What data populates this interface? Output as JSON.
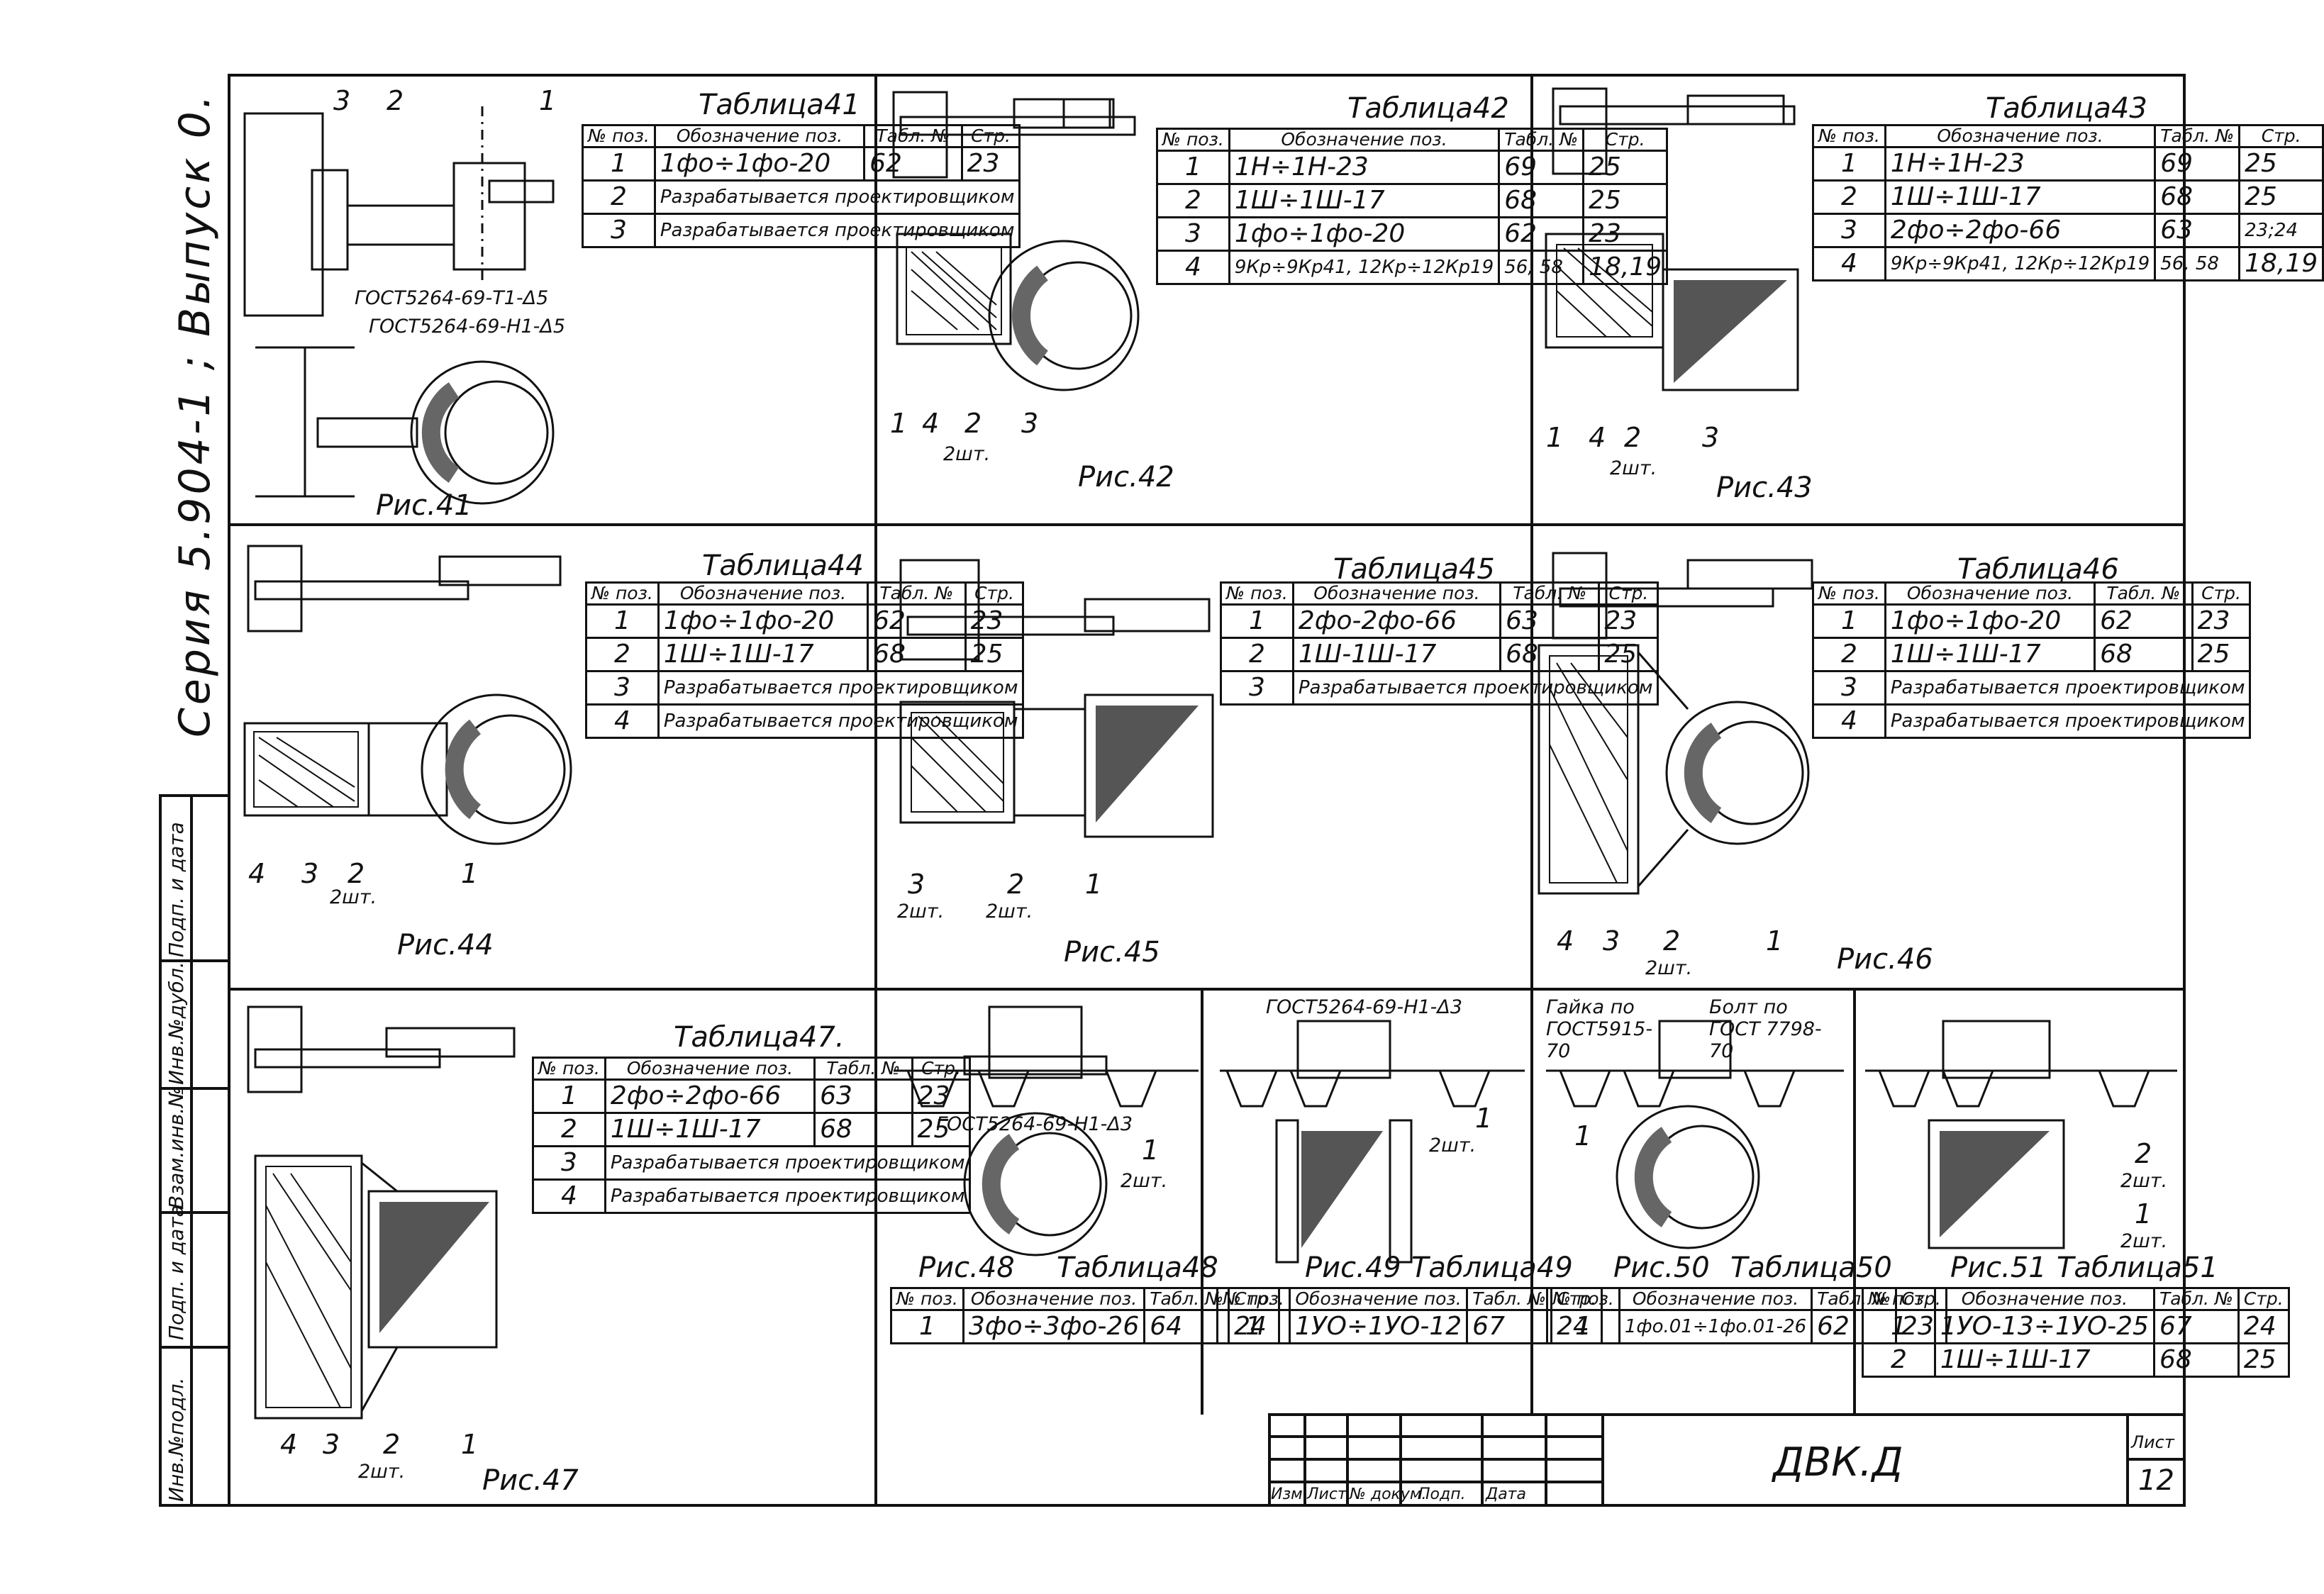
{
  "side": {
    "series": "Серия 5.904-1 ; Выпуск 0.",
    "stamp_cells": [
      "Инв.№подл.",
      "Подп. и дата",
      "Взам.инв.№",
      "Инв.№дубл.",
      "Подп. и дата"
    ]
  },
  "frames": {
    "f41": {
      "caption": "Таблица41",
      "fig": "Рис.41",
      "headers": [
        "№ поз.",
        "Обозначение поз.",
        "Табл. №",
        "Стр."
      ],
      "rows": [
        [
          "1",
          "1фо÷1фо-20",
          "62",
          "23"
        ],
        [
          "2",
          "Разрабатывается проектировщиком",
          "",
          ""
        ],
        [
          "3",
          "Разрабатывается проектировщиком",
          "",
          ""
        ]
      ],
      "callouts": [
        "3",
        "2",
        "1"
      ],
      "notes": [
        "ГОСТ5264-69-Т1-Δ5",
        "ГОСТ5264-69-Н1-Δ5"
      ]
    },
    "f42": {
      "caption": "Таблица42",
      "fig": "Рис.42",
      "headers": [
        "№ поз.",
        "Обозначение поз.",
        "Табл. №",
        "Стр."
      ],
      "rows": [
        [
          "1",
          "1Н÷1Н-23",
          "69",
          "25"
        ],
        [
          "2",
          "1Ш÷1Ш-17",
          "68",
          "25"
        ],
        [
          "3",
          "1фо÷1фо-20",
          "62",
          "23"
        ],
        [
          "4",
          "9Кр÷9Кр41, 12Кр÷12Кр19",
          "56, 58",
          "18,19"
        ]
      ],
      "callouts": [
        "1",
        "4",
        "2",
        "3"
      ],
      "notes": [
        "2шт."
      ]
    },
    "f43": {
      "caption": "Таблица43",
      "fig": "Рис.43",
      "headers": [
        "№ поз.",
        "Обозначение поз.",
        "Табл. №",
        "Стр."
      ],
      "rows": [
        [
          "1",
          "1Н÷1Н-23",
          "69",
          "25"
        ],
        [
          "2",
          "1Ш÷1Ш-17",
          "68",
          "25"
        ],
        [
          "3",
          "2фо÷2фо-66",
          "63",
          "23;24"
        ],
        [
          "4",
          "9Кр÷9Кр41, 12Кр÷12Кр19",
          "56, 58",
          "18,19"
        ]
      ],
      "callouts": [
        "1",
        "4",
        "2",
        "3"
      ],
      "notes": [
        "2шт."
      ]
    },
    "f44": {
      "caption": "Таблица44",
      "fig": "Рис.44",
      "headers": [
        "№ поз.",
        "Обозначение поз.",
        "Табл. №",
        "Стр."
      ],
      "rows": [
        [
          "1",
          "1фо÷1фо-20",
          "62",
          "23"
        ],
        [
          "2",
          "1Ш÷1Ш-17",
          "68",
          "25"
        ],
        [
          "3",
          "Разрабатывается проектировщиком",
          "",
          ""
        ],
        [
          "4",
          "Разрабатывается проектировщиком",
          "",
          ""
        ]
      ],
      "callouts": [
        "4",
        "3",
        "2",
        "1"
      ],
      "notes": [
        "2шт."
      ]
    },
    "f45": {
      "caption": "Таблица45",
      "fig": "Рис.45",
      "headers": [
        "№ поз.",
        "Обозначение поз.",
        "Табл. №",
        "Стр."
      ],
      "rows": [
        [
          "1",
          "2фо-2фо-66",
          "63",
          "23"
        ],
        [
          "2",
          "1Ш-1Ш-17",
          "68",
          "25"
        ],
        [
          "3",
          "Разрабатывается проектировщиком",
          "",
          ""
        ]
      ],
      "callouts": [
        "3",
        "2",
        "1"
      ],
      "notes": [
        "2шт.",
        "2шт."
      ]
    },
    "f46": {
      "caption": "Таблица46",
      "fig": "Рис.46",
      "headers": [
        "№ поз.",
        "Обозначение поз.",
        "Табл. №",
        "Стр."
      ],
      "rows": [
        [
          "1",
          "1фо÷1фо-20",
          "62",
          "23"
        ],
        [
          "2",
          "1Ш÷1Ш-17",
          "68",
          "25"
        ],
        [
          "3",
          "Разрабатывается проектировщиком",
          "",
          ""
        ],
        [
          "4",
          "Разрабатывается проектировщиком",
          "",
          ""
        ]
      ],
      "callouts": [
        "4",
        "3",
        "2",
        "1"
      ],
      "notes": [
        "2шт."
      ]
    },
    "f47": {
      "caption": "Таблица47.",
      "fig": "Рис.47",
      "headers": [
        "№ поз.",
        "Обозначение поз.",
        "Табл. №",
        "Стр."
      ],
      "rows": [
        [
          "1",
          "2фо÷2фо-66",
          "63",
          "23"
        ],
        [
          "2",
          "1Ш÷1Ш-17",
          "68",
          "25"
        ],
        [
          "3",
          "Разрабатывается проектировщиком",
          "",
          ""
        ],
        [
          "4",
          "Разрабатывается проектировщиком",
          "",
          ""
        ]
      ],
      "callouts": [
        "4",
        "3",
        "2",
        "1"
      ],
      "notes": [
        "2шт."
      ]
    },
    "f48": {
      "caption": "Таблица48",
      "fig": "Рис.48",
      "headers": [
        "№ поз.",
        "Обозначение поз.",
        "Табл. №",
        "Стр."
      ],
      "rows": [
        [
          "1",
          "3фо÷3фо-26",
          "64",
          "24"
        ]
      ],
      "callouts": [
        "1"
      ],
      "notes": [
        "ГОСТ5264-69-Н1-Δ3",
        "2шт."
      ]
    },
    "f49": {
      "caption": "Таблица49",
      "fig": "Рис.49",
      "headers": [
        "№ поз.",
        "Обозначение поз.",
        "Табл. №",
        "Стр."
      ],
      "rows": [
        [
          "1",
          "1УО÷1УО-12",
          "67",
          "24"
        ]
      ],
      "callouts": [
        "1"
      ],
      "notes": [
        "ГОСТ5264-69-Н1-Δ3",
        "2шт."
      ]
    },
    "f50": {
      "caption": "Таблица50",
      "fig": "Рис.50",
      "headers": [
        "№ поз.",
        "Обозначение поз.",
        "Табл. №",
        "Стр."
      ],
      "rows": [
        [
          "1",
          "1фо.01÷1фо.01-26",
          "62",
          "23"
        ]
      ],
      "callouts": [
        "1"
      ],
      "notes": [
        "Гайка по ГОСТ5915-70",
        "Болт по ГОСТ 7798-70"
      ]
    },
    "f51": {
      "caption": "Таблица51",
      "fig": "Рис.51",
      "headers": [
        "№ поз.",
        "Обозначение поз.",
        "Табл. №",
        "Стр."
      ],
      "rows": [
        [
          "1",
          "1УО-13÷1УО-25",
          "67",
          "24"
        ],
        [
          "2",
          "1Ш÷1Ш-17",
          "68",
          "25"
        ]
      ],
      "callouts": [
        "2",
        "1"
      ],
      "notes": [
        "2шт.",
        "2шт."
      ]
    }
  },
  "title_block": {
    "code": "ДВК.Д",
    "sheet_label": "Лист",
    "sheet_no": "12",
    "cols": [
      "Изм.",
      "Лист",
      "№ докум.",
      "Подп.",
      "Дата"
    ]
  }
}
